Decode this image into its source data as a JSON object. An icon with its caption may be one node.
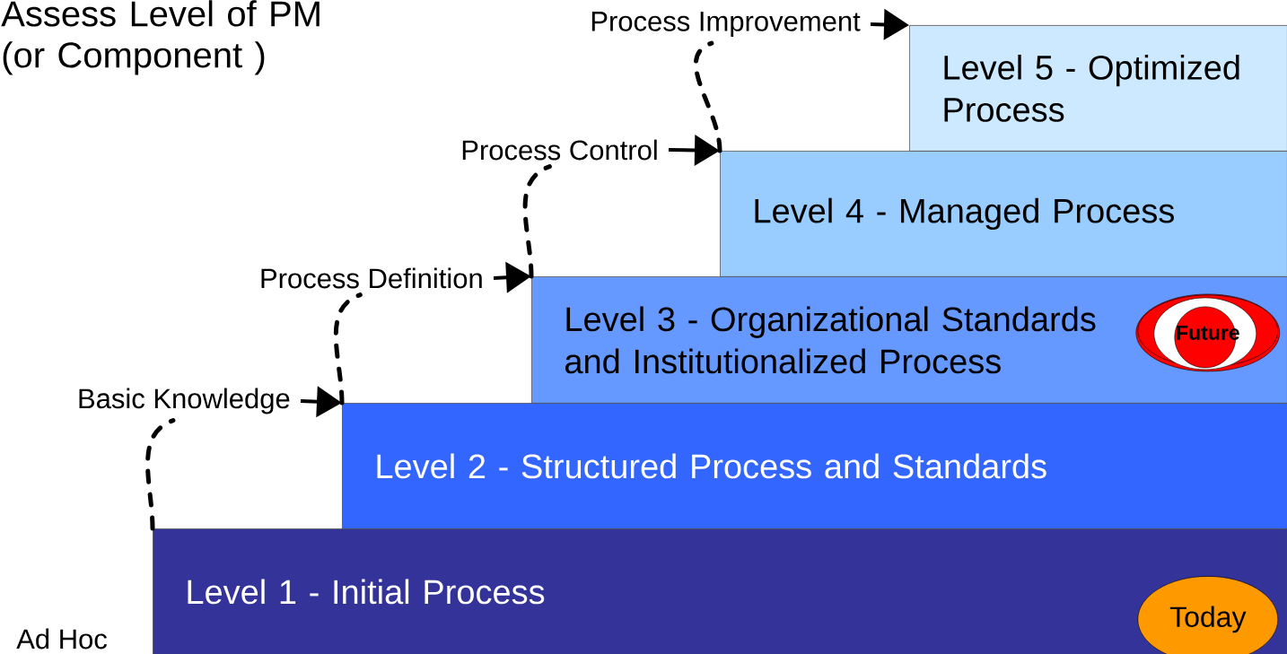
{
  "diagram": {
    "title": "Assess Level of PM (or Component )",
    "nodes": [
      {
        "text": [
          "Level 1 - Initial Process"
        ]
      },
      {
        "text": [
          "Level 2 - Structured Process and Standards"
        ]
      },
      {
        "text": [
          "Level 3 - Organizational Standards and Institutionalized Process"
        ]
      },
      {
        "text": [
          "Level 4 - Managed Process"
        ]
      },
      {
        "text": [
          "Level 5 - Optimized Process"
        ]
      },
      {
        "text": [
          "Future"
        ],
        "in": 2
      },
      {
        "text": [
          "Today"
        ],
        "in": 0
      },
      {
        "text": [
          "Basic Knowledge"
        ]
      },
      {
        "text": [
          "Process Definition"
        ]
      },
      {
        "text": [
          "Process Control"
        ]
      },
      {
        "text": [
          "Process Improvement"
        ]
      }
    ],
    "edges": [
      {
        "from": 0,
        "to": 7,
        "arrow": "none",
        "style": "dashed"
      },
      {
        "from": 7,
        "to": 1,
        "arrow": "to"
      },
      {
        "from": 1,
        "to": 8,
        "arrow": "none",
        "style": "dashed"
      },
      {
        "from": 8,
        "to": 2,
        "arrow": "to"
      },
      {
        "from": 2,
        "to": 9,
        "arrow": "none",
        "style": "dashed"
      },
      {
        "from": 9,
        "to": 3,
        "arrow": "to"
      },
      {
        "from": 3,
        "to": 10,
        "arrow": "none",
        "style": "dashed"
      },
      {
        "from": 10,
        "to": 4,
        "arrow": "to"
      }
    ],
    "labels": [
      "Ad Hoc"
    ]
  }
}
